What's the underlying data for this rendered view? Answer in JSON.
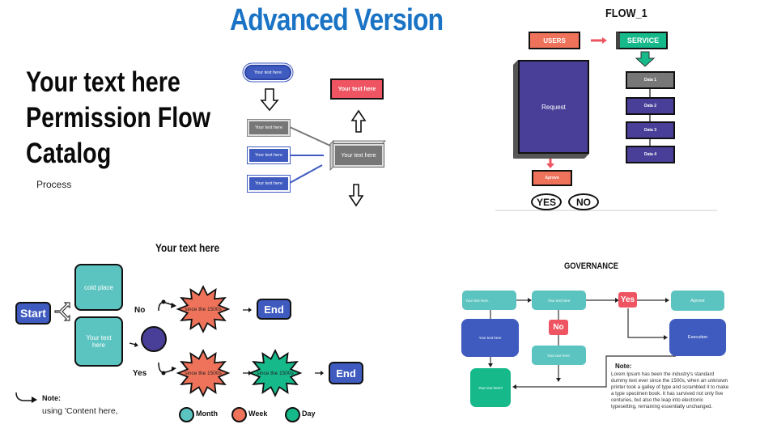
{
  "header": {
    "title": "Advanced Version"
  },
  "hero": {
    "lines": [
      "Your text here",
      "Permission Flow",
      "Catalog"
    ],
    "subtitle": "Process"
  },
  "sketch_flow": {
    "top_pill": "Your text here",
    "left_boxes": [
      "Your text here",
      "Your text here",
      "Your text here"
    ],
    "center_box": "Your text here",
    "top_right_box": "Your text here"
  },
  "flow_1": {
    "title": "FLOW_1",
    "users": "USERS",
    "service": "SERVICE",
    "request": "Request",
    "data_items": [
      "Data 1",
      "Data 2",
      "Data 3",
      "Data 4"
    ],
    "aprove": "Aprove",
    "yes": "YES",
    "no": "NO"
  },
  "decision_flow": {
    "title": "Your text here",
    "start": "Start",
    "cold_place": "cold place",
    "your_text": "Your text here",
    "no_label": "No",
    "yes_label": "Yes",
    "burst_text": "since the 1500s",
    "end": "End",
    "note_title": "Note:",
    "note_text": "using 'Content here,",
    "legend": [
      {
        "label": "Month",
        "color": "#5bc4c0"
      },
      {
        "label": "Week",
        "color": "#ef735a"
      },
      {
        "label": "Day",
        "color": "#16b98a"
      }
    ]
  },
  "governance": {
    "title": "GOVERNANCE",
    "box_a": "Your text here.",
    "box_b": "Your text here",
    "box_c": "Your text here",
    "box_d": "Your text here.",
    "box_e": "Your text here?",
    "yes": "Yes",
    "no": "No",
    "aprove": "Aprove",
    "execution": "Execution",
    "note_title": "Note:",
    "note_text": "Lorem Ipsum has been the industry's standard dummy text ever since the 1500s, when an unknown printer took a galley of type and scrambled it to make a type specimen book. It has survived not only five centuries, but also the leap into electronic typesetting, remaining essentially unchanged."
  },
  "colors": {
    "title_blue": "#1a73c4",
    "teal": "#5bc4c0",
    "coral": "#ef735a",
    "green": "#16b98a",
    "purple": "#4a3f98",
    "blue": "#3f5bbf",
    "red": "#ee5461",
    "gray": "#777777"
  }
}
